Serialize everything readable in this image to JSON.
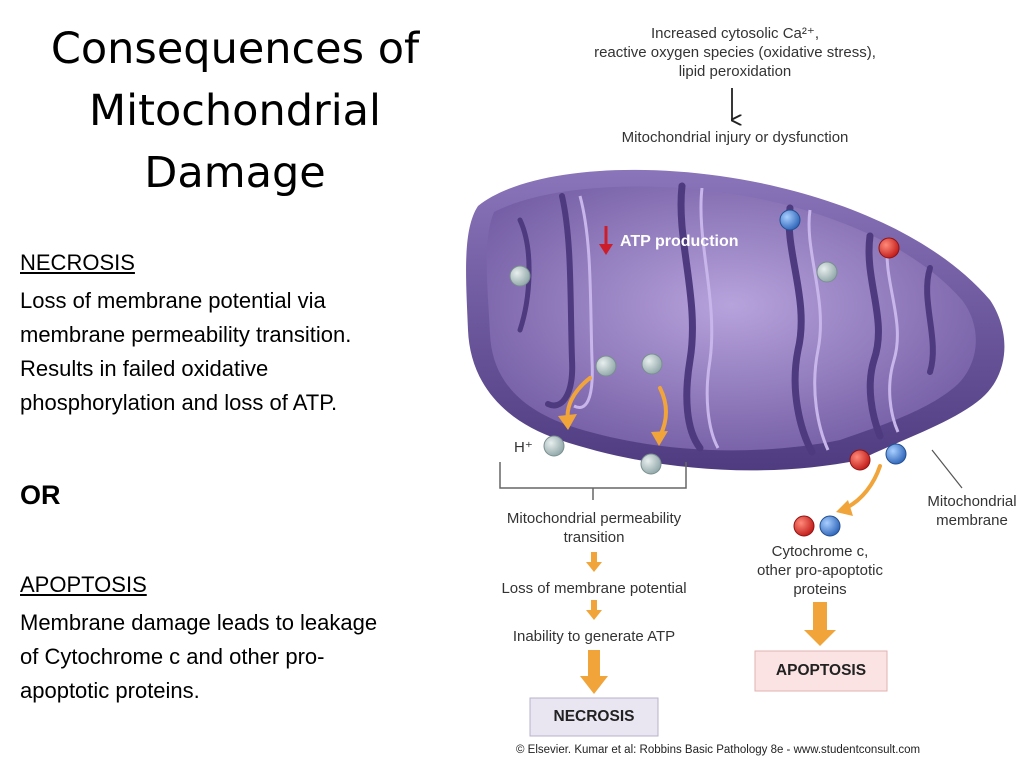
{
  "title": {
    "line1": "Consequences of",
    "line2": "Mitochondrial",
    "line3": "Damage"
  },
  "necrosis": {
    "heading": "NECROSIS",
    "lines": [
      "Loss of membrane potential via",
      "membrane permeability transition.",
      "Results in failed oxidative",
      "phosphorylation and loss of ATP."
    ]
  },
  "or_label": "OR",
  "apoptosis": {
    "heading": "APOPTOSIS",
    "lines": [
      "Membrane damage leads to leakage",
      "of Cytochrome c and other pro-",
      "apoptotic proteins."
    ]
  },
  "diagram": {
    "trigger": {
      "line1": "Increased cytosolic Ca²⁺,",
      "line2": "reactive oxygen species (oxidative stress),",
      "line3": "lipid peroxidation"
    },
    "injury": "Mitochondrial injury or dysfunction",
    "atp_production": "ATP production",
    "h_plus": "H⁺",
    "membrane_label": {
      "line1": "Mitochondrial",
      "line2": "membrane"
    },
    "mpt": {
      "line1": "Mitochondrial permeability",
      "line2": "transition"
    },
    "loss_potential": "Loss of membrane potential",
    "inability_atp": "Inability to generate ATP",
    "necrosis_box": "NECROSIS",
    "cytochrome": {
      "line1": "Cytochrome c,",
      "line2": "other pro-apoptotic",
      "line3": "proteins"
    },
    "apoptosis_box": "APOPTOSIS",
    "credit": "© Elsevier. Kumar et al: Robbins Basic Pathology 8e - www.studentconsult.com"
  },
  "colors": {
    "mito_outer": "#7a64a8",
    "mito_inner": "#9c86c8",
    "mito_dark": "#4e3a7e",
    "arrow_orange": "#f0a43a",
    "down_arrow_red": "#cc1e2a",
    "necrosis_box": "#e9e6f1",
    "apoptosis_box": "#fbe3e3"
  }
}
